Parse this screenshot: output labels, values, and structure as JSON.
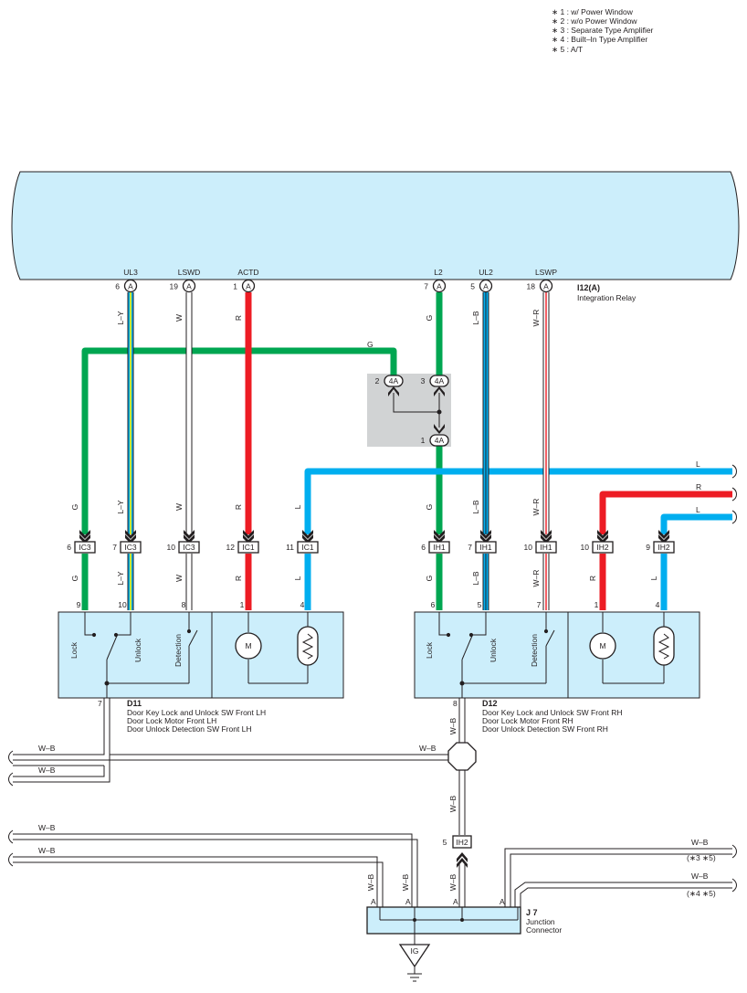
{
  "notes": [
    "∗ 1 : w/ Power Window",
    "∗ 2 : w/o Power Window",
    "∗ 3 : Separate Type Amplifier",
    "∗ 4 : Built–In Type Amplifier",
    "∗ 5 : A/T"
  ],
  "relay": {
    "code": "I12(A)",
    "name": "Integration Relay",
    "pins": [
      {
        "label": "UL3",
        "num": "6",
        "conn": "A",
        "wire": "L–Y"
      },
      {
        "label": "LSWD",
        "num": "19",
        "conn": "A",
        "wire": "W"
      },
      {
        "label": "ACTD",
        "num": "1",
        "conn": "A",
        "wire": "R"
      },
      {
        "label": "L2",
        "num": "7",
        "conn": "A",
        "wire": "G"
      },
      {
        "label": "UL2",
        "num": "5",
        "conn": "A",
        "wire": "L–B"
      },
      {
        "label": "LSWP",
        "num": "18",
        "conn": "A",
        "wire": "W–R"
      }
    ]
  },
  "junction_4a": {
    "conn": "4A",
    "pins": [
      "2",
      "3",
      "1"
    ],
    "wire_top": "G"
  },
  "wires": {
    "g": "G",
    "l": "L",
    "r": "R",
    "l_y": "L–Y",
    "w": "W",
    "l_b": "L–B",
    "w_r": "W–R",
    "w_b": "W–B"
  },
  "connectors_lh": [
    {
      "num": "6",
      "name": "IC3"
    },
    {
      "num": "7",
      "name": "IC3"
    },
    {
      "num": "10",
      "name": "IC3"
    },
    {
      "num": "12",
      "name": "IC1"
    },
    {
      "num": "11",
      "name": "IC1"
    }
  ],
  "connectors_rh": [
    {
      "num": "6",
      "name": "IH1"
    },
    {
      "num": "7",
      "name": "IH1"
    },
    {
      "num": "10",
      "name": "IH1"
    },
    {
      "num": "10",
      "name": "IH2"
    },
    {
      "num": "9",
      "name": "IH2"
    }
  ],
  "d11": {
    "code": "D11",
    "lines": [
      "Door Key Lock and Unlock SW Front LH",
      "Door Lock Motor Front LH",
      "Door Unlock Detection SW Front LH"
    ],
    "pins_top": [
      "9",
      "10",
      "8",
      "1",
      "4"
    ],
    "pin_bottom": "7",
    "labels": {
      "lock": "Lock",
      "unlock": "Unlock",
      "detection": "Detection",
      "motor": "M"
    }
  },
  "d12": {
    "code": "D12",
    "lines": [
      "Door Key Lock and Unlock SW Front RH",
      "Door Lock Motor Front RH",
      "Door Unlock Detection SW Front RH"
    ],
    "pins_top": [
      "6",
      "5",
      "7",
      "1",
      "4"
    ],
    "pin_bottom": "8",
    "labels": {
      "lock": "Lock",
      "unlock": "Unlock",
      "detection": "Detection",
      "motor": "M"
    }
  },
  "ih2_bottom": {
    "num": "5",
    "name": "IH2"
  },
  "junction_j7": {
    "code": "J 7",
    "lines": [
      "Junction",
      "Connector"
    ],
    "conn": "A"
  },
  "ground": "IG",
  "right_notes": [
    "(∗3 ∗5)",
    "(∗4 ∗5)"
  ],
  "colors": {
    "green": "#00a651",
    "blue": "#00aeef",
    "red": "#ed1c24",
    "yellow": "#fff200",
    "panel": "#cceefb",
    "shade": "#d1d3d4",
    "ink": "#231f20"
  }
}
